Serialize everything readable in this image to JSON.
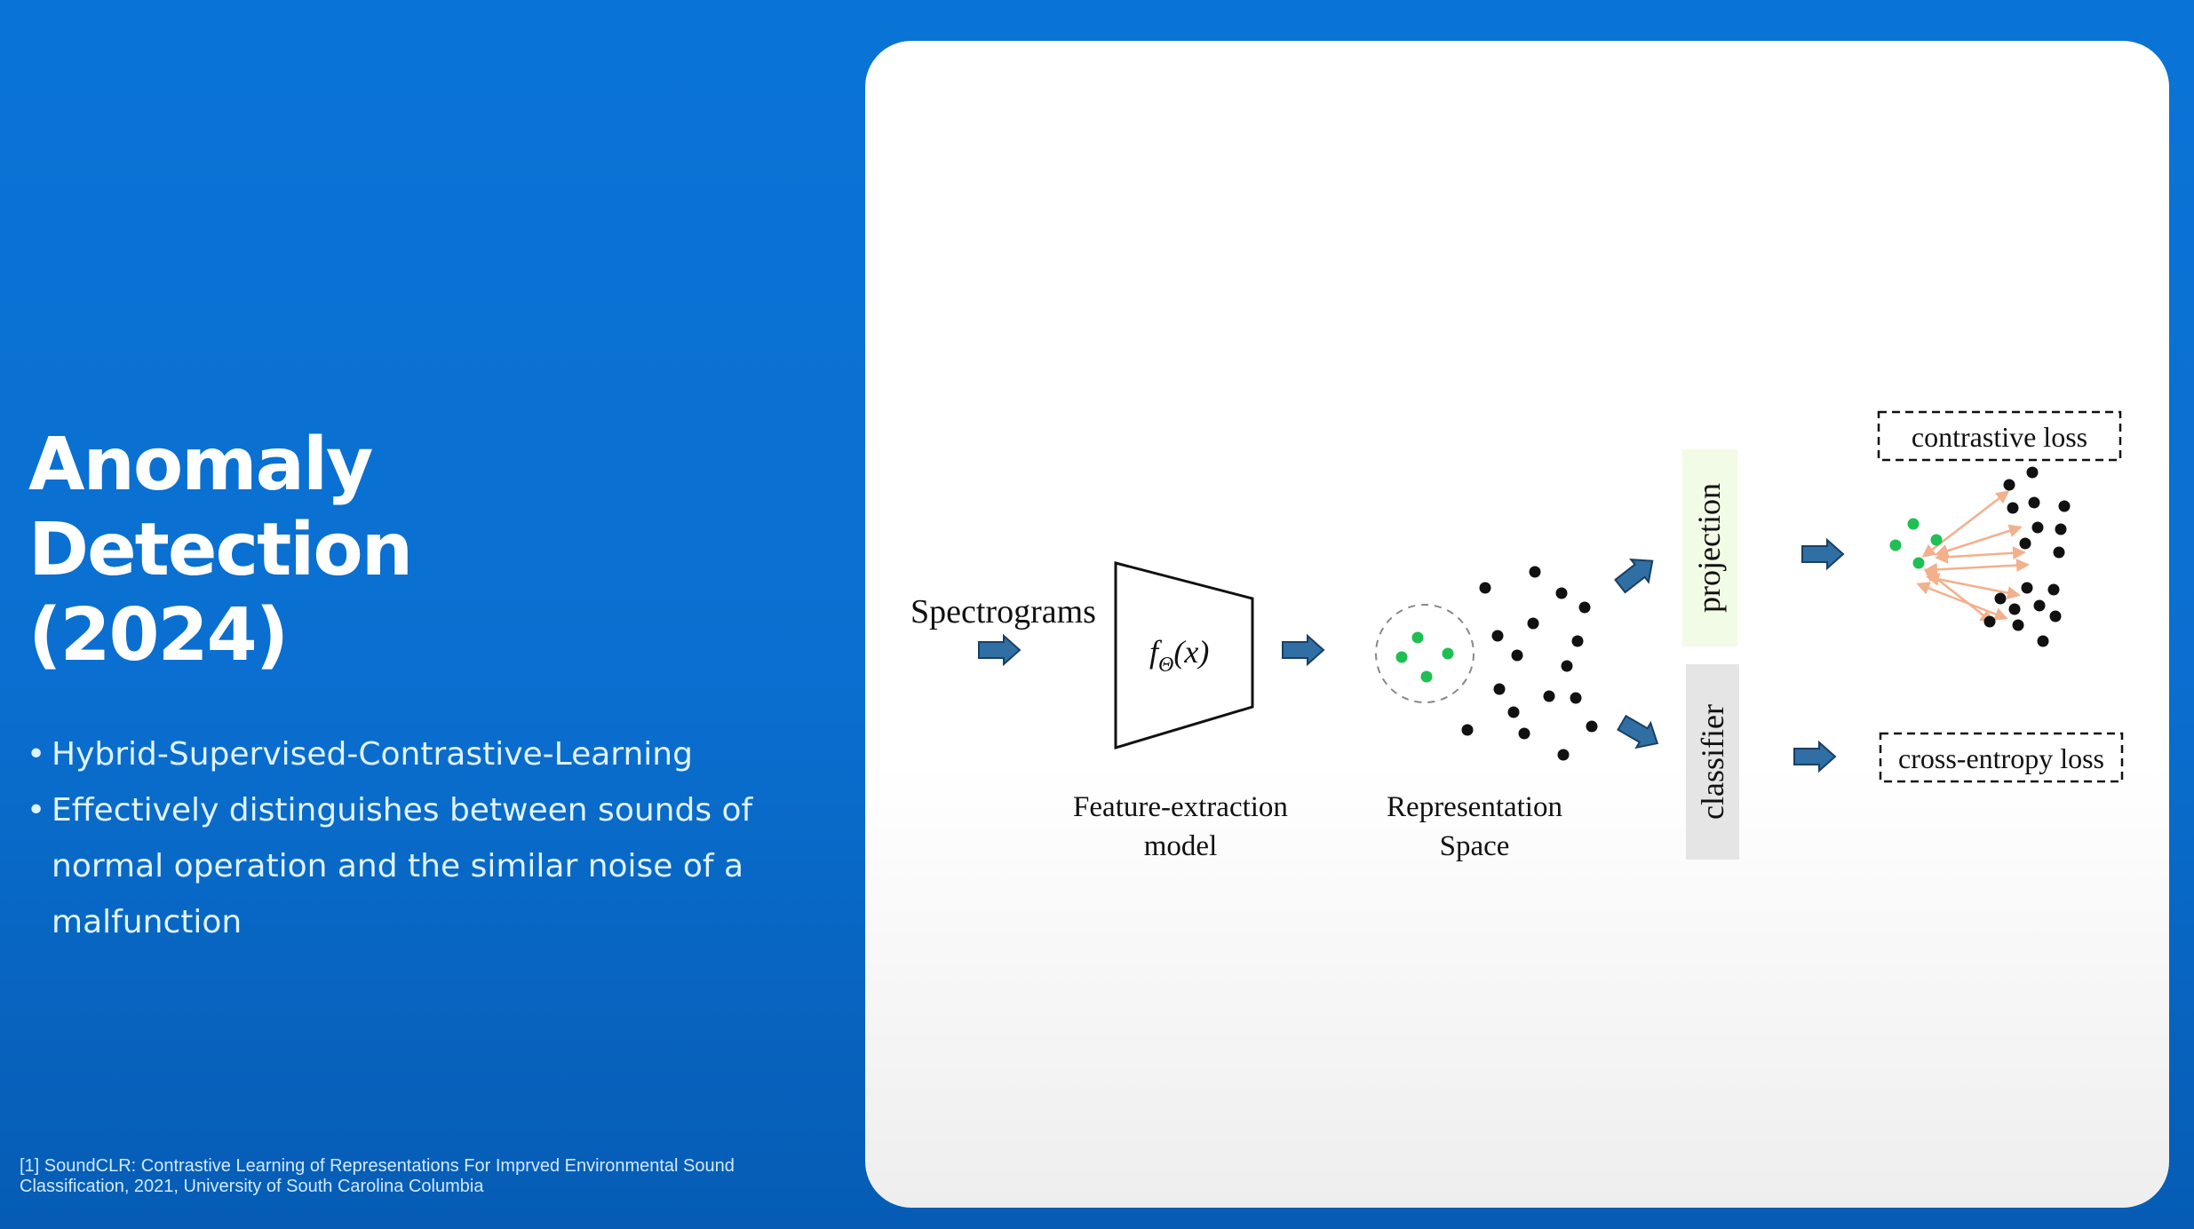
{
  "slide": {
    "title_lines": [
      "Anomaly",
      "Detection",
      "(2024)"
    ],
    "bullets": [
      "Hybrid-Supervised-Contrastive-Learning",
      "Effectively distinguishes between sounds of normal operation and the similar noise of a malfunction"
    ],
    "footnote": "[1] SoundCLR: Contrastive Learning of Representations For Imprved Environmental Sound Classification, 2021, University of South Carolina Columbia"
  },
  "diagram": {
    "input_label": "Spectrograms",
    "model_formula": "f",
    "model_formula_sub": "Θ",
    "model_formula_arg": "(x)",
    "model_caption_line1": "Feature-extraction",
    "model_caption_line2": "model",
    "space_caption_line1": "Representation",
    "space_caption_line2": "Space",
    "projection_label": "projection",
    "classifier_label": "classifier",
    "contrastive_loss_label": "contrastive loss",
    "cross_entropy_loss_label": "cross-entropy loss",
    "colors": {
      "arrow": "#2f6fa4",
      "green_dot": "#1fbf54",
      "pair_arrow": "#f2b08c",
      "projection_bg": "#f2fbe6",
      "classifier_bg": "#e5e5e5"
    }
  }
}
